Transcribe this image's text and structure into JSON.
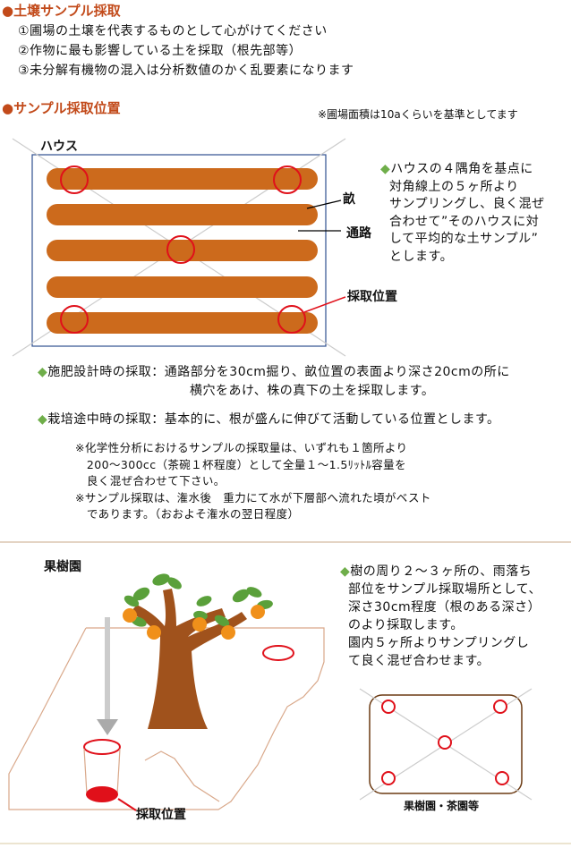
{
  "sec1": {
    "title": "土壌サンプル採取",
    "items": [
      "①圃場の土壌を代表するものとして心がけてください",
      "②作物に最も影響している土を採取（根先部等）",
      "③未分解有機物の混入は分析数値のかく乱要素になります"
    ]
  },
  "sec2": {
    "title": "サンプル採取位置",
    "note": "※圃場面積は10aくらいを基準としてます",
    "house_label": "ハウス",
    "ridge_label": "畝",
    "path_label": "通路",
    "sampling_label": "採取位置",
    "desc": [
      "ハウスの４隅角を基点に",
      "対角線上の５ヶ所より",
      "サンプリングし、良く混ぜ",
      "合わせて”そのハウスに対",
      "して平均的な土サンプル”",
      "とします。"
    ],
    "fert_head": "施肥設計時の採取：",
    "fert_lines": [
      "通路部分を30cm掘り、畝位置の表面より深さ20cmの所に",
      "横穴をあけ、株の真下の土を採取します。"
    ],
    "cult_head": "栽培途中時の採取：",
    "cult_text": "基本的に、根が盛んに伸びて活動している位置とします。",
    "notes": [
      "※化学性分析におけるサンプルの採取量は、いずれも１箇所より",
      "　200～300cc（茶碗１杯程度）として全量１～1.5ﾘｯﾄﾙ容量を",
      "　良く混ぜ合わせて下さい。",
      "※サンプル採取は、潅水後　重力にて水が下層部へ流れた頃がベスト",
      "　であります。（おおよそ潅水の翌日程度）"
    ]
  },
  "orchard": {
    "title": "果樹園",
    "desc": [
      "樹の周り２～３ヶ所の、雨落ち",
      "部位をサンプル採取場所として、",
      "深さ30cm程度（根のある深さ）",
      "のより採取します。",
      "園内５ヶ所よりサンプリングし",
      "て良く混ぜ合わせます。"
    ],
    "sampling_label": "採取位置",
    "diagram_label": "果樹園・茶園等"
  },
  "colors": {
    "accent": "#c24a1a",
    "ridge": "#cc6a1c",
    "circle": "#e0101a",
    "diamond": "#6fae4a",
    "trunk": "#a0521c",
    "leaf": "#5aa03a",
    "fruit": "#f0901a"
  },
  "icons": [
    "bullet-dot-icon",
    "diamond-bullet-icon",
    "tree-icon",
    "orange-fruit-icon"
  ]
}
